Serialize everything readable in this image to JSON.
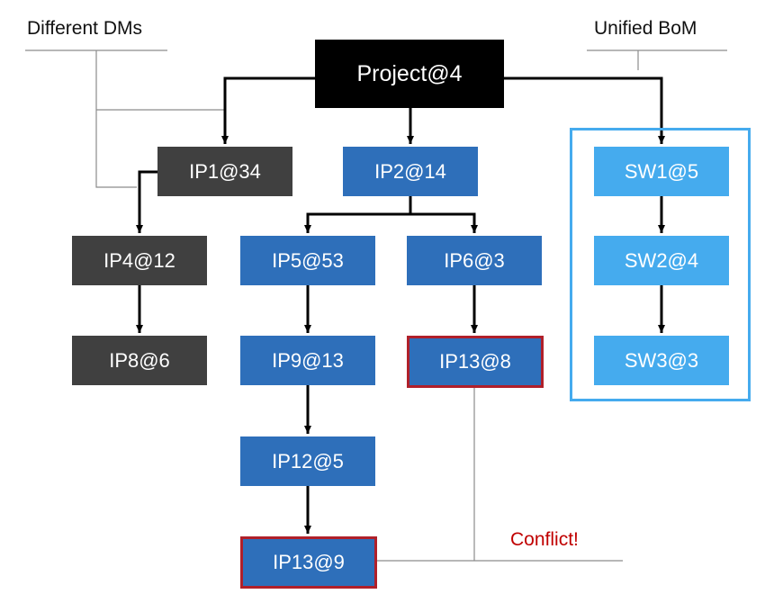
{
  "labels": {
    "left": "Different DMs",
    "right": "Unified BoM",
    "conflict": "Conflict!"
  },
  "colors": {
    "root": "#000000",
    "dm": "#404040",
    "ip": "#2e6fba",
    "sw": "#45abee",
    "group_border": "#45abee",
    "conflict_border": "#b0202a",
    "edge": "#000000",
    "annotation_line": "#8c8c8c"
  },
  "nodes": {
    "project": {
      "label": "Project@4",
      "kind": "root"
    },
    "ip1": {
      "label": "IP1@34",
      "kind": "dm"
    },
    "ip2": {
      "label": "IP2@14",
      "kind": "ip"
    },
    "sw1": {
      "label": "SW1@5",
      "kind": "sw"
    },
    "ip4": {
      "label": "IP4@12",
      "kind": "dm"
    },
    "ip5": {
      "label": "IP5@53",
      "kind": "ip"
    },
    "ip6": {
      "label": "IP6@3",
      "kind": "ip"
    },
    "sw2": {
      "label": "SW2@4",
      "kind": "sw"
    },
    "ip8": {
      "label": "IP8@6",
      "kind": "dm"
    },
    "ip9": {
      "label": "IP9@13",
      "kind": "ip"
    },
    "ip13a": {
      "label": "IP13@8",
      "kind": "ip",
      "conflict": true
    },
    "sw3": {
      "label": "SW3@3",
      "kind": "sw"
    },
    "ip12": {
      "label": "IP12@5",
      "kind": "ip"
    },
    "ip13b": {
      "label": "IP13@9",
      "kind": "ip",
      "conflict": true
    }
  },
  "edges": [
    [
      "project",
      "ip1"
    ],
    [
      "project",
      "ip2"
    ],
    [
      "project",
      "sw1"
    ],
    [
      "ip1",
      "ip4"
    ],
    [
      "ip4",
      "ip8"
    ],
    [
      "ip2",
      "ip5"
    ],
    [
      "ip2",
      "ip6"
    ],
    [
      "ip5",
      "ip9"
    ],
    [
      "ip9",
      "ip12"
    ],
    [
      "ip12",
      "ip13b"
    ],
    [
      "ip6",
      "ip13a"
    ],
    [
      "sw1",
      "sw2"
    ],
    [
      "sw2",
      "sw3"
    ]
  ]
}
